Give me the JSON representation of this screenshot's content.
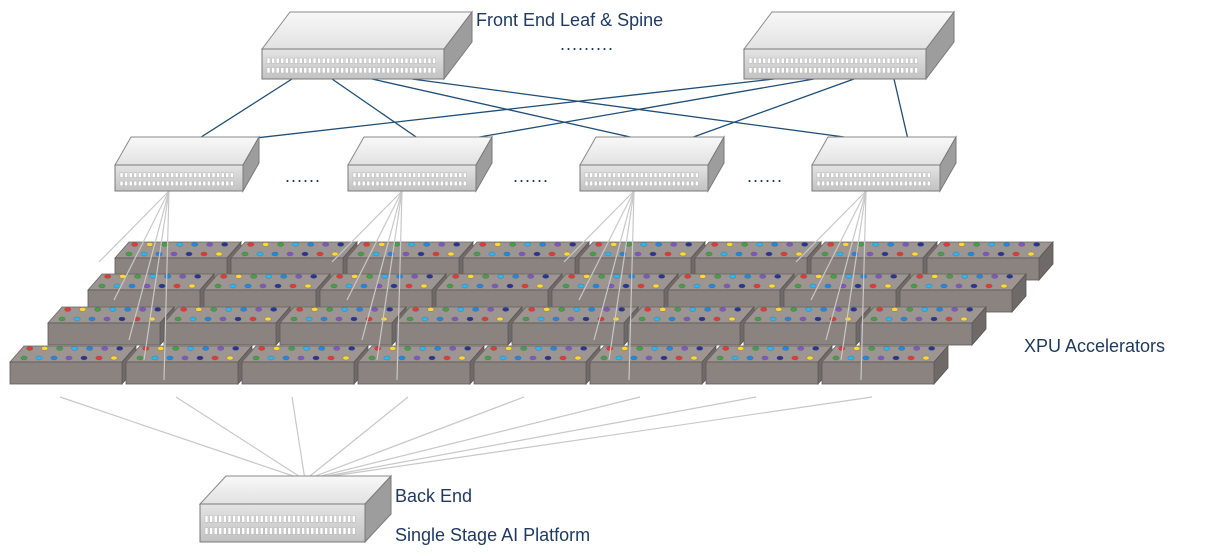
{
  "labels": {
    "front_end": "Front End Leaf & Spine",
    "xpu": "XPU Accelerators",
    "back_end": "Back End",
    "platform": "Single Stage AI Platform"
  },
  "ellipses": {
    "spine": ".........",
    "leaf": "......"
  },
  "colors": {
    "text": "#1f3a63",
    "uplink": "#1f4e79",
    "downlink": "#c8c8c8",
    "switch_top": "#eeeeee",
    "xpu_tray": "#8a8380"
  },
  "port_colors": [
    "#e53935",
    "#fdd835",
    "#43a047",
    "#29b6f6",
    "#1e88e5",
    "#7e57c2",
    "#283593"
  ],
  "icons": {
    "switch": "network-switch-icon",
    "accelerator": "xpu-accelerator-tray-icon"
  }
}
